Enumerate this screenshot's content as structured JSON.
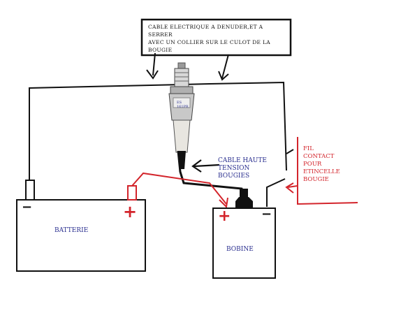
{
  "top_note": {
    "text": "CABLE ELECTRIQUE A DENUDER,ET A SERRER\nAVEC UN COLLIER SUR LE CULOT DE LA\nBOUGIE"
  },
  "labels": {
    "batterie": "BATTERIE",
    "bobine": "BOBINE",
    "cable_haute_tension": "CABLE HAUTE\nTENSION\nBOUGIES",
    "fil_contact": "FIL\nCONTACT\nPOUR\nETINCELLE\nBOUGIE",
    "spark_plug_marking": "ES\n161PR"
  },
  "terminals": {
    "battery_neg": "−",
    "battery_pos": "+",
    "coil_pos": "+",
    "coil_neg": "−"
  },
  "colors": {
    "wire_black": "#111111",
    "wire_red": "#d3242b",
    "label_blue": "#2a2f8f",
    "plug_insulator": "#e8e6e0",
    "plug_metal": "#8c8c8c"
  }
}
